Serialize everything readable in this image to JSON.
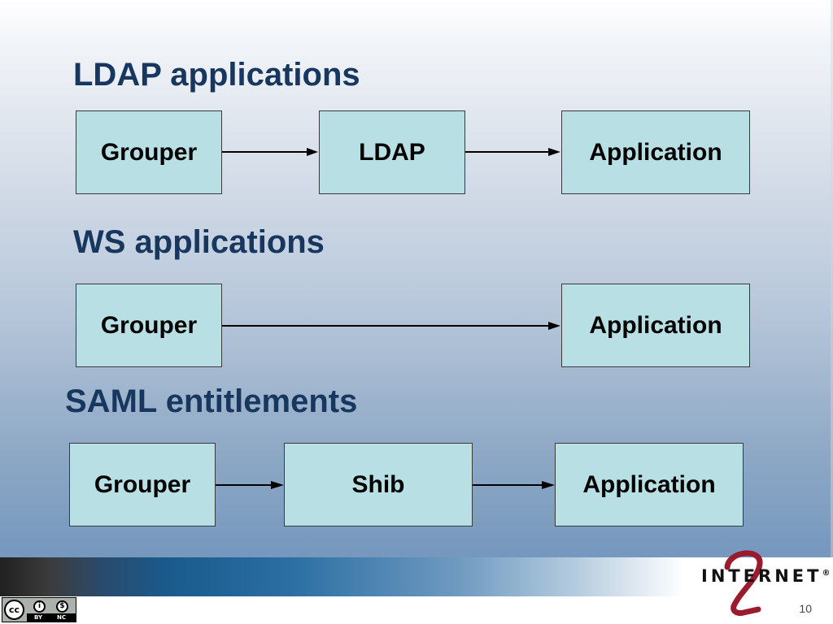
{
  "sections": [
    {
      "title": "LDAP applications",
      "boxes": [
        "Grouper",
        "LDAP",
        "Application"
      ]
    },
    {
      "title": "WS applications",
      "boxes": [
        "Grouper",
        "Application"
      ]
    },
    {
      "title": "SAML entitlements",
      "boxes": [
        "Grouper",
        "Shib",
        "Application"
      ]
    }
  ],
  "footer": {
    "logo_text": "INTERNET",
    "logo_mark": "2",
    "logo_registered": "®",
    "page_number": "10",
    "license": {
      "icon": "cc-by-nc-icon",
      "by_label": "BY",
      "nc_label": "NC"
    }
  },
  "colors": {
    "heading": "#17375e",
    "box_fill": "#b8dfe3",
    "box_border": "#3a3a3a",
    "arrow": "#000000"
  }
}
